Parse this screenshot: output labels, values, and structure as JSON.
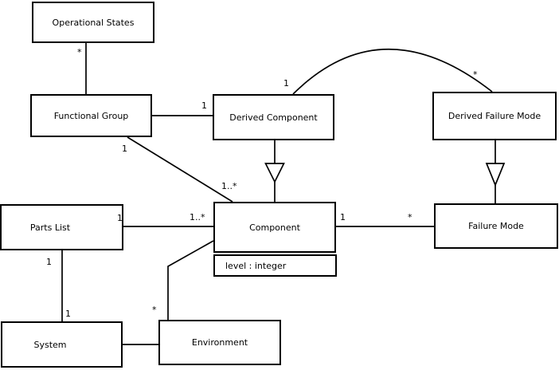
{
  "diagram": {
    "type": "uml-class-diagram",
    "colors": {
      "background": "#ffffff",
      "line": "#000000",
      "text": "#000000",
      "node_fill": "#ffffff"
    },
    "boxes": [
      {
        "id": "operational-states",
        "label": "Operational States"
      },
      {
        "id": "functional-group",
        "label": "Functional Group"
      },
      {
        "id": "derived-component",
        "label": "Derived Component"
      },
      {
        "id": "derived-failure-mode",
        "label": "Derived Failure Mode"
      },
      {
        "id": "component",
        "label": "Component",
        "attributes": [
          "level : integer"
        ]
      },
      {
        "id": "failure-mode",
        "label": "Failure Mode"
      },
      {
        "id": "parts-list",
        "label": "Parts List"
      },
      {
        "id": "system",
        "label": "System"
      },
      {
        "id": "environment",
        "label": "Environment"
      }
    ],
    "edges": [
      {
        "from": "Operational States",
        "to": "Functional Group",
        "type": "association",
        "labels": [
          {
            "text": "*",
            "near": "Operational States"
          }
        ]
      },
      {
        "from": "Functional Group",
        "to": "Derived Component",
        "type": "association",
        "labels": [
          {
            "text": "1",
            "near": "Derived Component"
          }
        ]
      },
      {
        "from": "Functional Group",
        "to": "Component",
        "type": "association",
        "labels": [
          {
            "text": "1",
            "near": "Functional Group"
          },
          {
            "text": "1..*",
            "near": "Component"
          }
        ]
      },
      {
        "from": "Derived Component",
        "to": "Derived Failure Mode",
        "type": "association-arc",
        "labels": [
          {
            "text": "1",
            "near": "Derived Component"
          },
          {
            "text": "*",
            "near": "Derived Failure Mode"
          }
        ]
      },
      {
        "from": "Derived Component",
        "to": "Component",
        "type": "generalization",
        "labels": []
      },
      {
        "from": "Derived Failure Mode",
        "to": "Failure Mode",
        "type": "generalization",
        "labels": []
      },
      {
        "from": "Component",
        "to": "Failure Mode",
        "type": "association",
        "labels": [
          {
            "text": "1",
            "near": "Component"
          },
          {
            "text": "*",
            "near": "Failure Mode"
          }
        ]
      },
      {
        "from": "Parts List",
        "to": "Component",
        "type": "association",
        "labels": [
          {
            "text": "1",
            "near": "Parts List"
          },
          {
            "text": "1..*",
            "near": "Component"
          }
        ]
      },
      {
        "from": "Parts List",
        "to": "System",
        "type": "association",
        "labels": [
          {
            "text": "1",
            "near": "Parts List"
          },
          {
            "text": "1",
            "near": "System"
          }
        ]
      },
      {
        "from": "System",
        "to": "Environment",
        "type": "association",
        "labels": []
      },
      {
        "from": "Environment",
        "to": "Component",
        "type": "association",
        "labels": [
          {
            "text": "*",
            "near": "Environment"
          }
        ]
      }
    ]
  }
}
